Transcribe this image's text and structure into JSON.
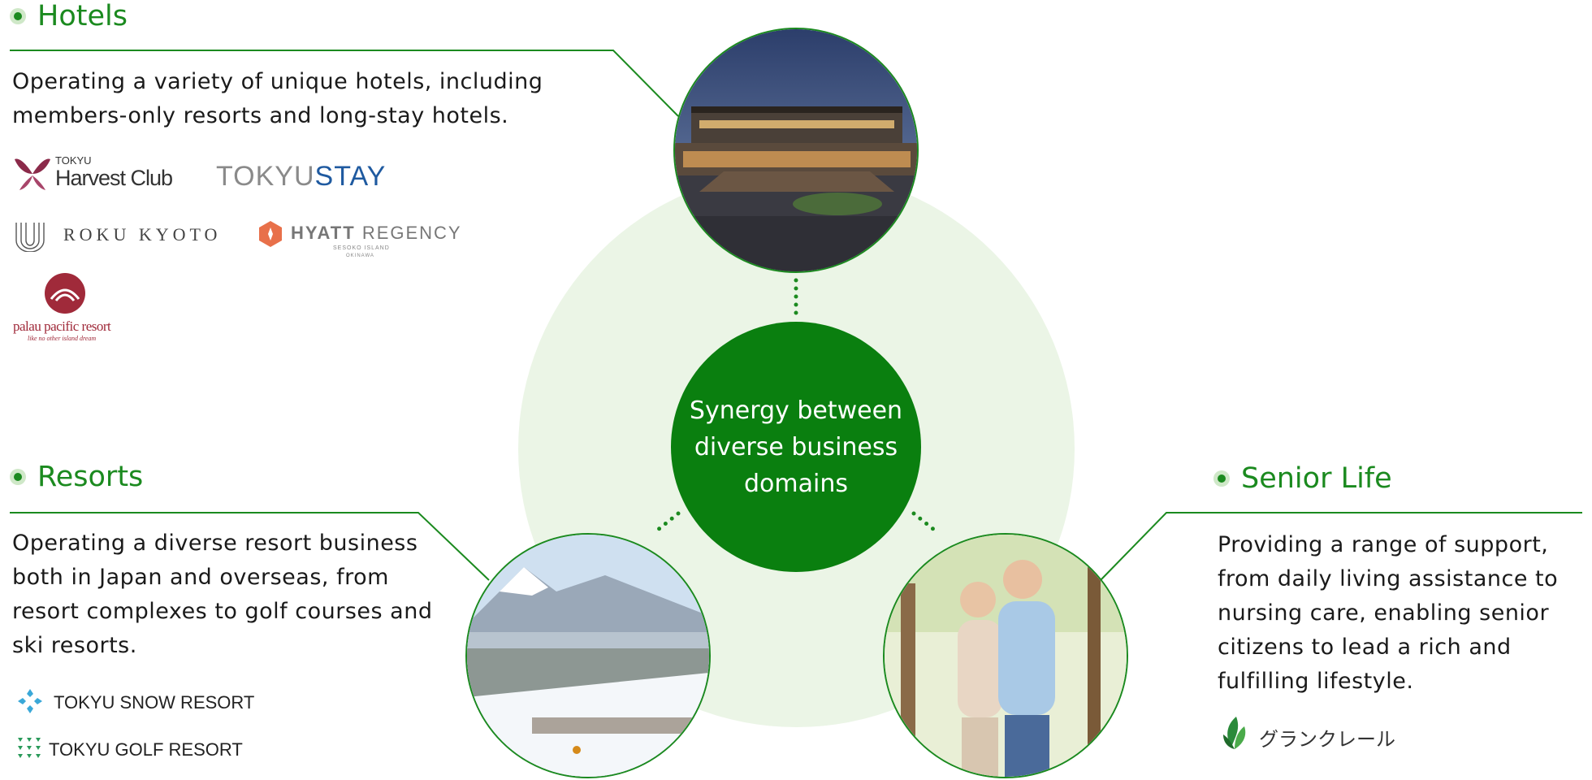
{
  "center": {
    "text": "Synergy between diverse business domains"
  },
  "hotels": {
    "title": "Hotels",
    "desc": "Operating a variety of unique hotels, including members-only resorts and long-stay hotels.",
    "logos": {
      "harvest_small": "TOKYU",
      "harvest_main": "Harvest Club",
      "tokyu_stay_a": "TOKYU",
      "tokyu_stay_b": "STAY",
      "roku": "ROKU KYOTO",
      "hyatt_a": "HYATT",
      "hyatt_b": "REGENCY",
      "hyatt_sub1": "SESOKO ISLAND",
      "hyatt_sub2": "OKINAWA",
      "palau_main": "palau pacific resort",
      "palau_sub": "like no other island dream"
    }
  },
  "resorts": {
    "title": "Resorts",
    "desc": "Operating a diverse resort business both in Japan and overseas, from resort complexes to golf courses and ski resorts.",
    "logos": {
      "snow": "TOKYU SNOW RESORT",
      "golf": "TOKYU GOLF RESORT"
    }
  },
  "senior": {
    "title": "Senior Life",
    "desc": "Providing a range of support, from daily living assistance to nursing care, enabling senior citizens to lead a rich and fulfilling lifestyle.",
    "logos": {
      "grancreer": "グランクレール"
    }
  },
  "colors": {
    "accent": "#1b8a1f",
    "center_fill": "#0a7f0f",
    "light_bg": "#ebf5e6"
  }
}
